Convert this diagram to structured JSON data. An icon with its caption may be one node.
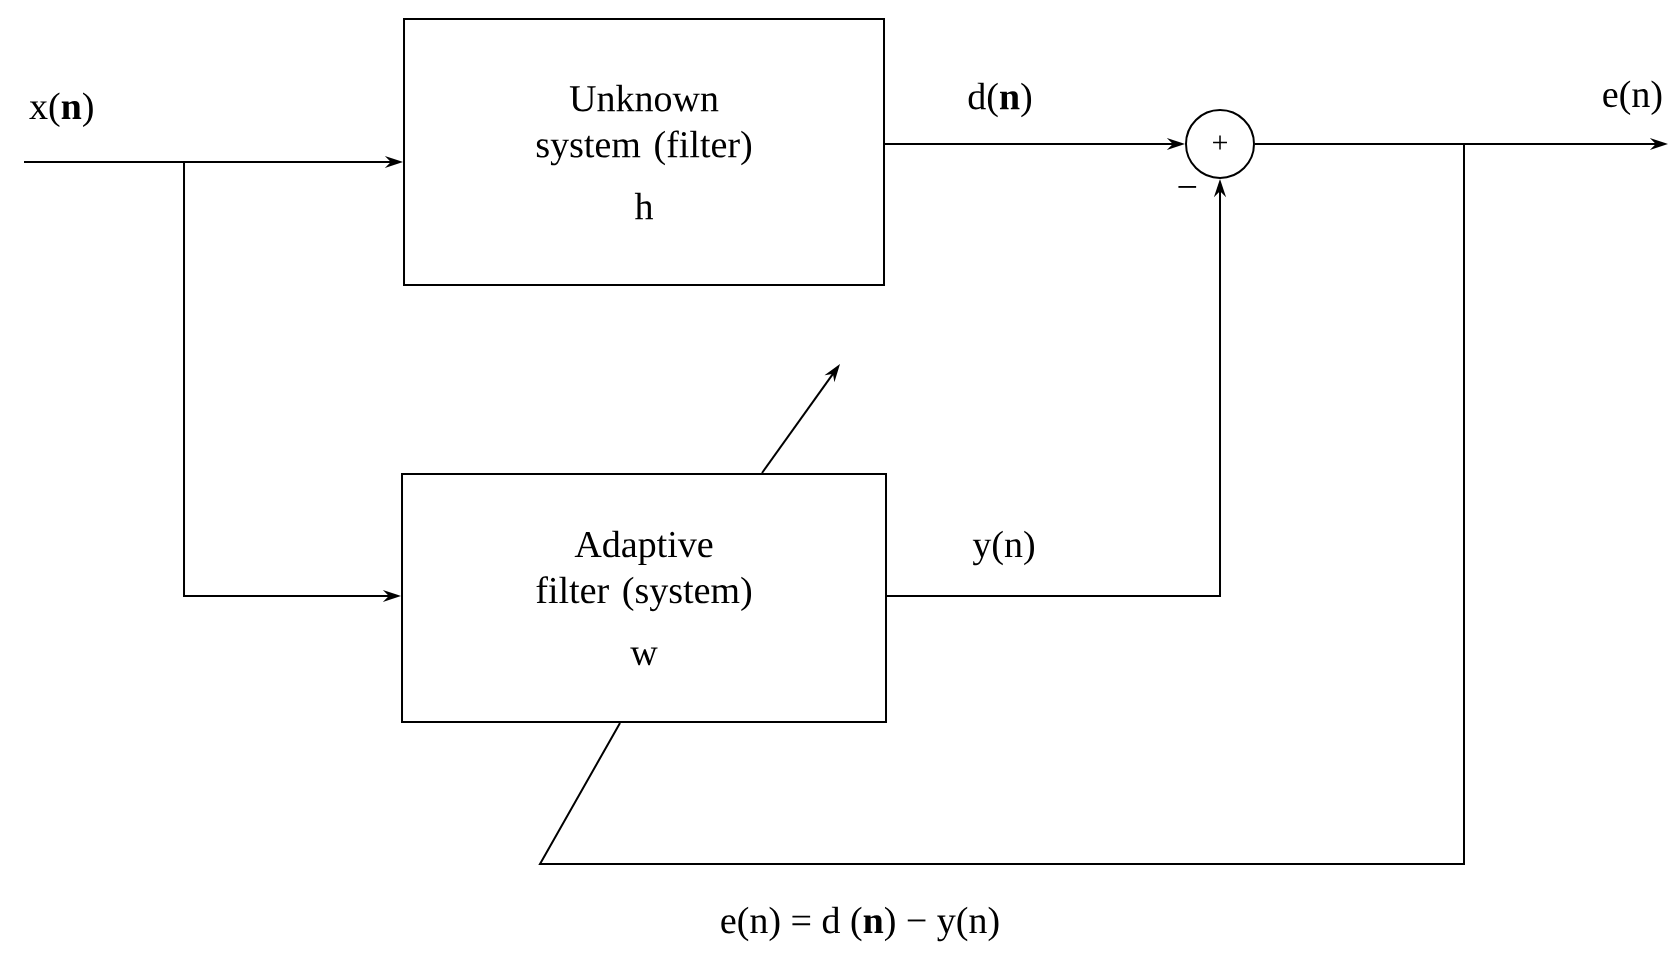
{
  "diagram": {
    "nodes": [
      {
        "text": [
          "x(**n**)"
        ]
      },
      {
        "text": [
          "Unknown system (filter)",
          "h"
        ]
      },
      {
        "text": [
          "Adaptive filter (system)",
          "w"
        ]
      },
      {
        "text": [
          "+"
        ],
        "beside": [
          "−"
        ]
      },
      {
        "text": [
          "e(n)"
        ]
      }
    ],
    "edges": [
      {
        "from": 0,
        "to": 1,
        "arrow": "to"
      },
      {
        "from": 0,
        "to": 2,
        "arrow": "to"
      },
      {
        "from": 1,
        "to": 3,
        "arrow": "to",
        "label": "d(**n**)"
      },
      {
        "from": 2,
        "to": 3,
        "arrow": "to",
        "label": "y(n)"
      },
      {
        "from": 3,
        "to": 4,
        "arrow": "to"
      },
      {
        "from": 3,
        "to": 2,
        "arrow": "none",
        "label": "e(n) = d (**n**) − y(n)"
      },
      {
        "from": 2,
        "to": null,
        "arrow": "to"
      }
    ]
  }
}
